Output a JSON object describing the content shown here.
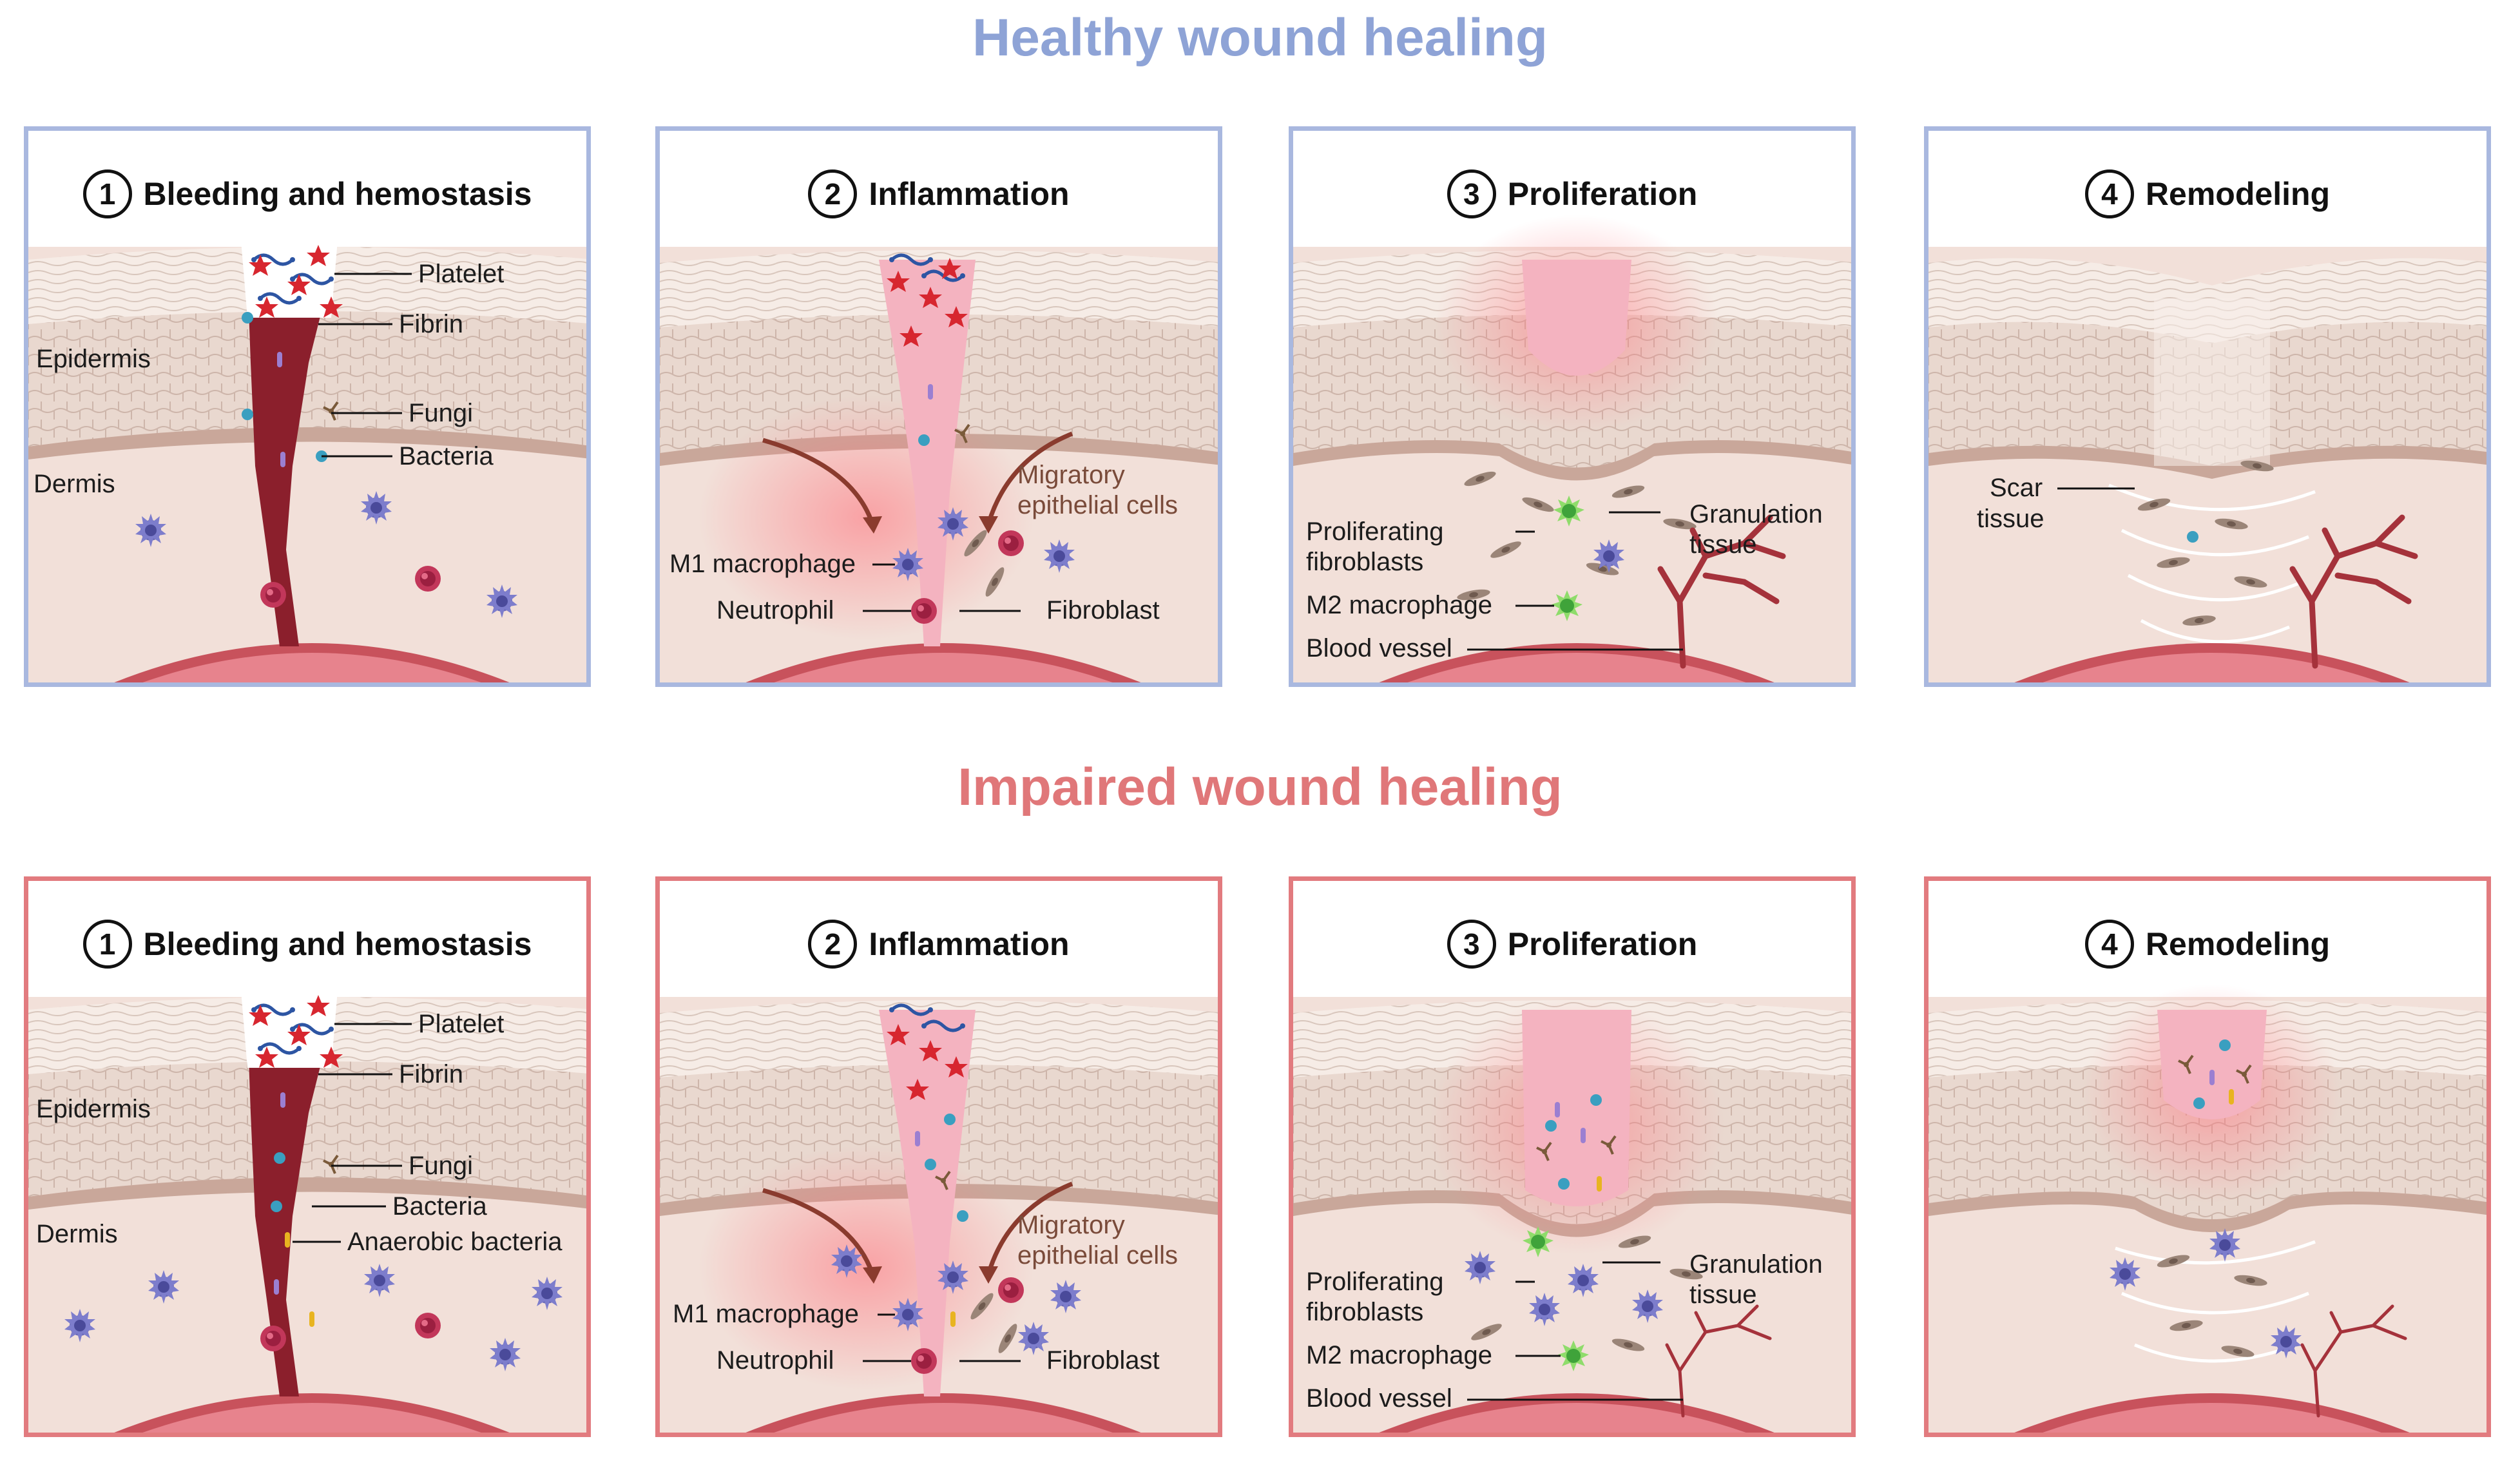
{
  "titles": {
    "healthy": "Healthy wound healing",
    "impaired": "Impaired wound healing"
  },
  "colors": {
    "healthy_accent": "#8ea3d6",
    "impaired_accent": "#e07779",
    "epidermis": "#efe1d8",
    "dermis": "#f0dcd6",
    "clot": "#8b1f2c",
    "wound_bed": "#f2a3b3",
    "vessel": "#c8525c"
  },
  "healthy": {
    "p1": {
      "num": "1",
      "title": "Bleeding and hemostasis",
      "platelet": "Platelet",
      "fibrin": "Fibrin",
      "epidermis": "Epidermis",
      "fungi": "Fungi",
      "bacteria": "Bacteria",
      "dermis": "Dermis"
    },
    "p2": {
      "num": "2",
      "title": "Inflammation",
      "migratory_1": "Migratory",
      "migratory_2": "epithelial cells",
      "m1": "M1 macrophage",
      "neutrophil": "Neutrophil",
      "fibroblast": "Fibroblast"
    },
    "p3": {
      "num": "3",
      "title": "Proliferation",
      "prolif_1": "Proliferating",
      "prolif_2": "fibroblasts",
      "gran_1": "Granulation",
      "gran_2": "tissue",
      "m2": "M2 macrophage",
      "vessel": "Blood vessel"
    },
    "p4": {
      "num": "4",
      "title": "Remodeling",
      "scar_1": "Scar",
      "scar_2": "tissue"
    }
  },
  "impaired": {
    "p1": {
      "num": "1",
      "title": "Bleeding and hemostasis",
      "platelet": "Platelet",
      "fibrin": "Fibrin",
      "epidermis": "Epidermis",
      "fungi": "Fungi",
      "bacteria": "Bacteria",
      "anaerobic": "Anaerobic bacteria",
      "dermis": "Dermis"
    },
    "p2": {
      "num": "2",
      "title": "Inflammation",
      "migratory_1": "Migratory",
      "migratory_2": "epithelial cells",
      "m1": "M1 macrophage",
      "neutrophil": "Neutrophil",
      "fibroblast": "Fibroblast"
    },
    "p3": {
      "num": "3",
      "title": "Proliferation",
      "prolif_1": "Proliferating",
      "prolif_2": "fibroblasts",
      "gran_1": "Granulation",
      "gran_2": "tissue",
      "m2": "M2 macrophage",
      "vessel": "Blood vessel"
    },
    "p4": {
      "num": "4",
      "title": "Remodeling"
    }
  }
}
